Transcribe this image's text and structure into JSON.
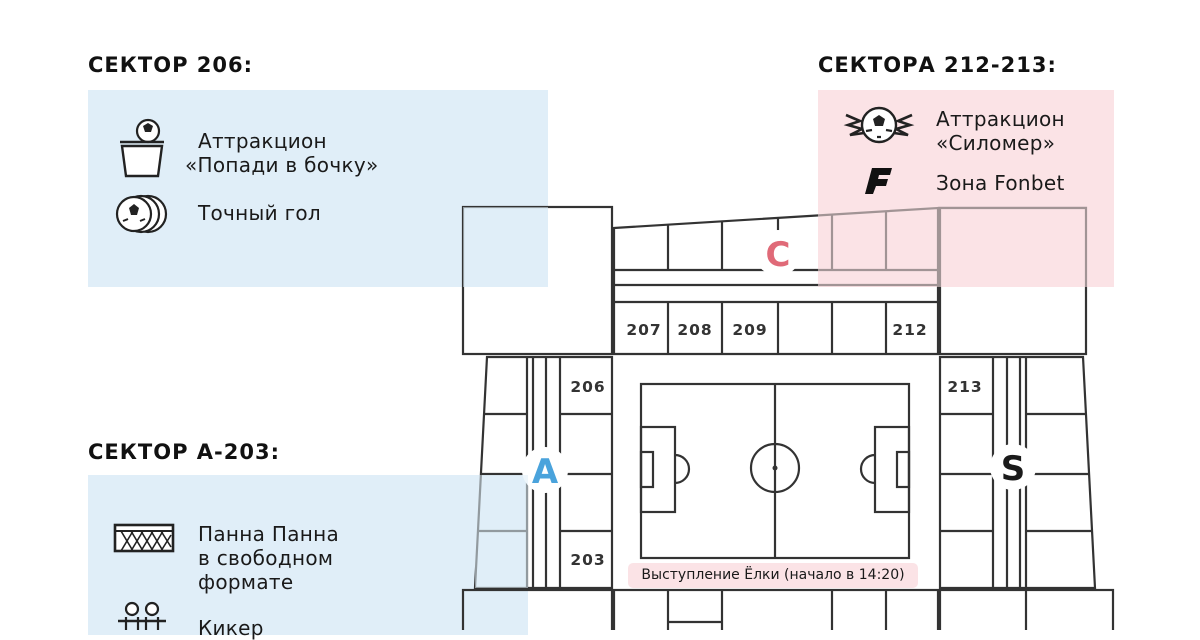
{
  "headings": {
    "s206": "СЕКТОР 206:",
    "s212": "СЕКТОРА 212-213:",
    "sa203": "СЕКТОР А-203:"
  },
  "sector206": {
    "items": [
      {
        "icon": "barrel-ball-icon",
        "lines": [
          "Аттракцион",
          "«Попади в бочку»"
        ]
      },
      {
        "icon": "target-ball-icon",
        "lines": [
          "Точный гол"
        ]
      }
    ]
  },
  "sector212": {
    "items": [
      {
        "icon": "winged-ball-icon",
        "lines": [
          "Аттракцион",
          "«Силомер»"
        ]
      },
      {
        "icon": "fonbet-logo-icon",
        "lines": [
          "Зона Fonbet"
        ]
      }
    ]
  },
  "sectorA203": {
    "items": [
      {
        "icon": "goal-net-icon",
        "lines": [
          "Панна Панна",
          "в свободном",
          "формате"
        ]
      },
      {
        "icon": "foosball-icon",
        "lines": [
          "Кикер"
        ]
      }
    ]
  },
  "map": {
    "stands": {
      "north": "C",
      "west": "A",
      "east": "S"
    },
    "sectors": [
      "207",
      "208",
      "209",
      "212",
      "206",
      "213",
      "203"
    ],
    "performance_label": "Выступление Ёлки (начало в 14:20)"
  },
  "colors": {
    "blue_zone": "#e0eef8",
    "pink_zone": "#fbe3e6",
    "stand_c": "#e06a78",
    "stand_a": "#4aa3dc",
    "stand_s": "#1a1a1a"
  }
}
